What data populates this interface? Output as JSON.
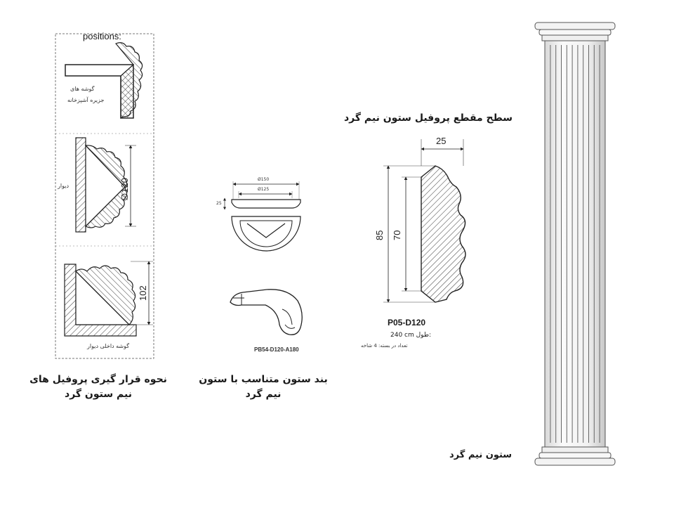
{
  "positions_panel": {
    "title": "positions:",
    "kitchen_island_corner_label": [
      "گوشه های",
      "جزیره آشپزخانه"
    ],
    "wall_label": "دیوار",
    "wall_inner_corner_label": "گوشه داخلی دیوار",
    "diameter_dim": "∅120",
    "depth_dim": "102",
    "caption": [
      "نحوه قرار گیری پروفیل های",
      "نیم ستون گرد"
    ]
  },
  "base_panel": {
    "outer_dim": "Ø150",
    "inner_dim": "Ø125",
    "height_dim": "25",
    "model_code": "PB54-D120-A180",
    "caption": [
      "بند ستون متناسب با ستون",
      "نیم گرد"
    ]
  },
  "section_panel": {
    "title": "سطح مقطع پروفیل ستون نیم گرد",
    "width_dim": "25",
    "height_dim": "85",
    "inner_height_dim": "70",
    "model_code": "P05-D120",
    "length_label": "طول:",
    "length_value": "240 cm",
    "pack_note": "تعداد در بسته: 4 شاخه"
  },
  "column_panel": {
    "caption": "ستون نیم گرد"
  }
}
